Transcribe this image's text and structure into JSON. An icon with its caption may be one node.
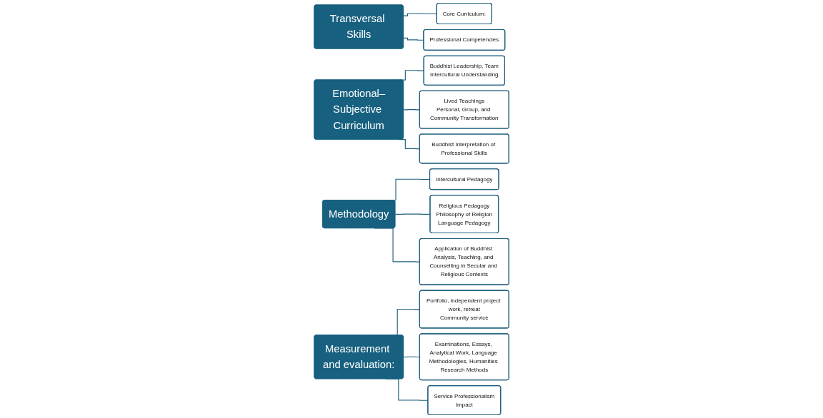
{
  "diagram": {
    "nodes": [
      {
        "text": [
          "Transversal Skills"
        ]
      },
      {
        "text": [
          "Core Curriculum:"
        ]
      },
      {
        "text": [
          "Professional Competencies"
        ]
      },
      {
        "text": [
          "Emotional–Subjective Curriculum"
        ]
      },
      {
        "text": [
          "Buddhist Leadership, Team",
          "Intercultural Understanding"
        ]
      },
      {
        "text": [
          "Lived Teachings",
          "Personal, Group, and Community Transformation"
        ]
      },
      {
        "text": [
          "Buddhist Interpretation of Professional Skills"
        ]
      },
      {
        "text": [
          "Methodology"
        ]
      },
      {
        "text": [
          "Intercultural Pedagogy"
        ]
      },
      {
        "text": [
          "Religious Pedagogy",
          "Philosophy of Religion",
          "Language Pedagogy"
        ]
      },
      {
        "text": [
          "Application of Buddhist Analysis, Teaching, and Counselling in Secular and Religious Contexts"
        ]
      },
      {
        "text": [
          "Measurement and evaluation:"
        ]
      },
      {
        "text": [
          "Portfolio, independent project work, retreat",
          "Community service"
        ]
      },
      {
        "text": [
          "Examinations, Essays, Analytical Work, Language Methodologies, Humanities Research Methods"
        ]
      },
      {
        "text": [
          "Service Professionalism",
          "Impact"
        ]
      }
    ],
    "edges": [
      {
        "from": 0,
        "to": 1,
        "arrow": "none"
      },
      {
        "from": 0,
        "to": 2,
        "arrow": "none"
      },
      {
        "from": 3,
        "to": 4,
        "arrow": "none"
      },
      {
        "from": 3,
        "to": 5,
        "arrow": "none"
      },
      {
        "from": 3,
        "to": 6,
        "arrow": "none"
      },
      {
        "from": 7,
        "to": 8,
        "arrow": "none"
      },
      {
        "from": 7,
        "to": 9,
        "arrow": "none"
      },
      {
        "from": 7,
        "to": 10,
        "arrow": "none"
      },
      {
        "from": 11,
        "to": 12,
        "arrow": "none"
      },
      {
        "from": 11,
        "to": 13,
        "arrow": "none"
      },
      {
        "from": 11,
        "to": 14,
        "arrow": "none"
      }
    ]
  }
}
